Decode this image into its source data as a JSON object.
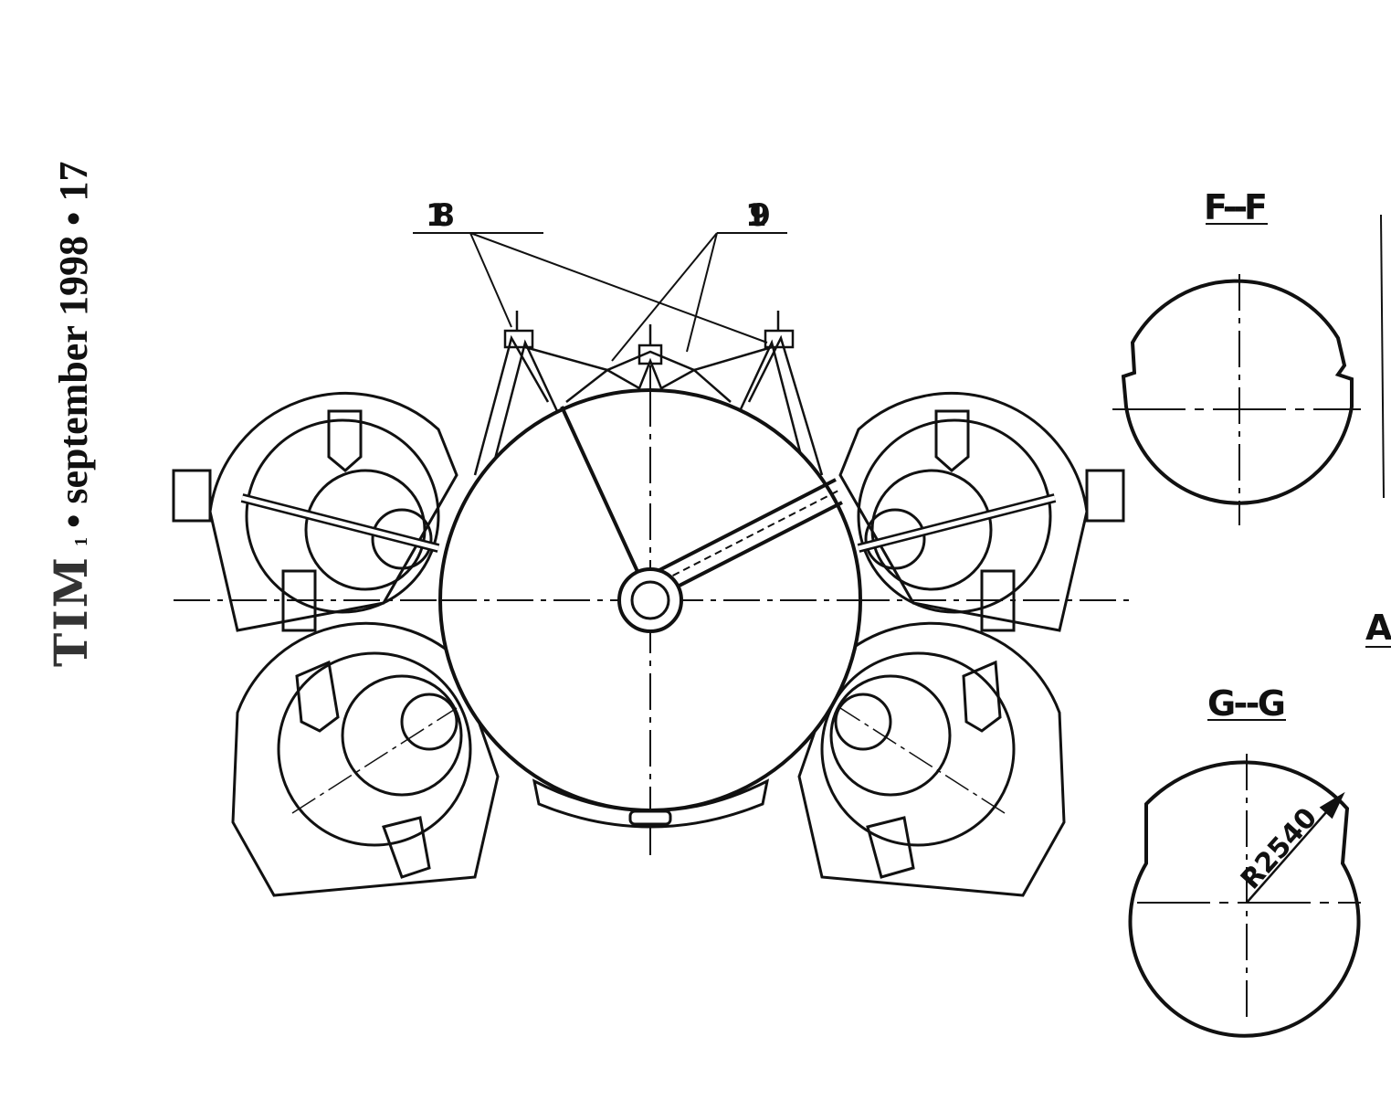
{
  "header": {
    "logo": "TIM",
    "superscript": "1",
    "issue": "• september 1998 • 17"
  },
  "drawing": {
    "callout_left": "18",
    "callout_right": "19",
    "section_f": "F--F",
    "section_g": "G--G",
    "radius_label": "R2540",
    "edge_label": "A"
  },
  "colors": {
    "ink": "#111111",
    "paper": "#ffffff"
  }
}
